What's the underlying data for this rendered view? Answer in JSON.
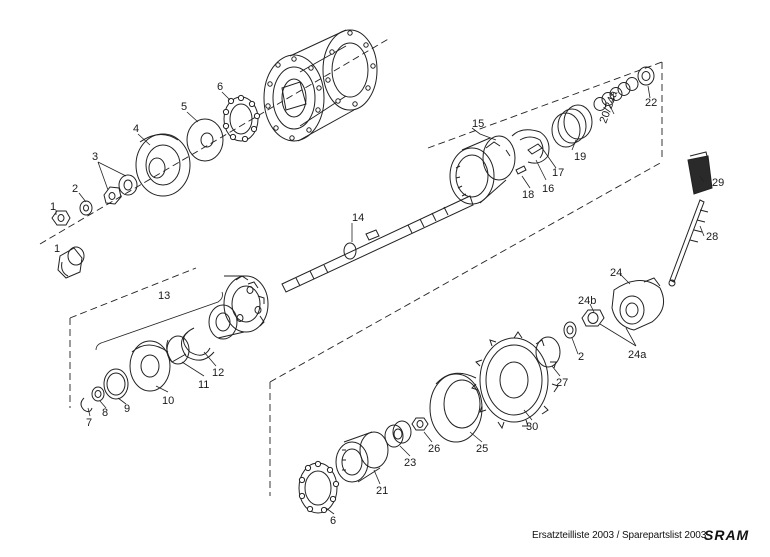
{
  "callouts": {
    "c1a": "1",
    "c1b": "1",
    "c2a": "2",
    "c2b": "2",
    "c3": "3",
    "c4": "4",
    "c5": "5",
    "c6a": "6",
    "c6b": "6",
    "c7": "7",
    "c8": "8",
    "c9": "9",
    "c10": "10",
    "c11": "11",
    "c12": "12",
    "c13": "13",
    "c14": "14",
    "c15": "15",
    "c16": "16",
    "c17": "17",
    "c18": "18",
    "c19": "19",
    "c2024a": "20/24a",
    "c21": "21",
    "c22": "22",
    "c23": "23",
    "c24": "24",
    "c24a": "24a",
    "c24b": "24b",
    "c25": "25",
    "c26": "26",
    "c27": "27",
    "c28": "28",
    "c29": "29",
    "c30": "30"
  },
  "footer": {
    "caption": "Ersatzteilliste 2003 / Sparepartslist 2003",
    "brand": "SRAM"
  },
  "colors": {
    "line": "#222222",
    "background": "#ffffff"
  }
}
